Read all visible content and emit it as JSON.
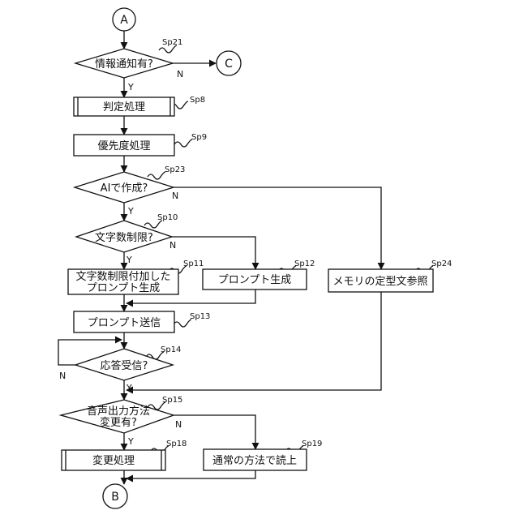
{
  "terminals": {
    "A": "A",
    "B": "B",
    "C": "C"
  },
  "steps": {
    "sp21": {
      "tag": "Sp21",
      "label": "情報通知有?"
    },
    "sp8": {
      "tag": "Sp8",
      "label": "判定処理"
    },
    "sp9": {
      "tag": "Sp9",
      "label": "優先度処理"
    },
    "sp23": {
      "tag": "Sp23",
      "label": "AIで作成?"
    },
    "sp10": {
      "tag": "Sp10",
      "label": "文字数制限?"
    },
    "sp11": {
      "tag": "Sp11",
      "label_line1": "文字数制限付加した",
      "label_line2": "プロンプト生成"
    },
    "sp12": {
      "tag": "Sp12",
      "label": "プロンプト生成"
    },
    "sp24": {
      "tag": "Sp24",
      "label": "メモリの定型文参照"
    },
    "sp13": {
      "tag": "Sp13",
      "label": "プロンプト送信"
    },
    "sp14": {
      "tag": "Sp14",
      "label": "応答受信?"
    },
    "sp15": {
      "tag": "Sp15",
      "label_line1": "音声出力方法",
      "label_line2": "変更有?"
    },
    "sp18": {
      "tag": "Sp18",
      "label": "変更処理"
    },
    "sp19": {
      "tag": "Sp19",
      "label": "通常の方法で読上"
    }
  },
  "branch": {
    "yes": "Y",
    "no": "N"
  }
}
